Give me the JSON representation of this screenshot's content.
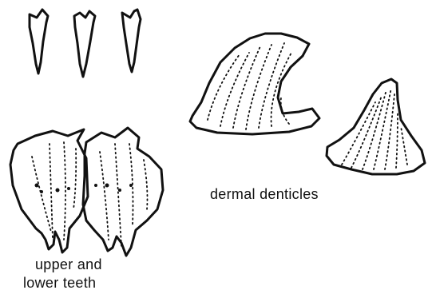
{
  "labels": {
    "dermal_denticles": "dermal denticles",
    "teeth_line1": "upper and",
    "teeth_line2": "lower teeth"
  },
  "colors": {
    "ink": "#111111",
    "background": "#ffffff"
  }
}
